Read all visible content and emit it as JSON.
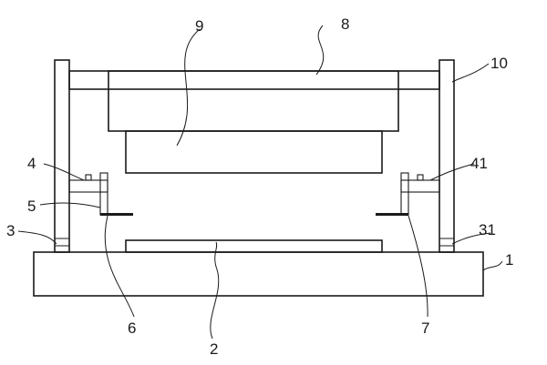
{
  "labels": {
    "l1": "1",
    "l2": "2",
    "l3": "3",
    "l31": "31",
    "l4": "4",
    "l41": "41",
    "l5": "5",
    "l6": "6",
    "l7": "7",
    "l8": "8",
    "l9": "9",
    "l10": "10"
  }
}
